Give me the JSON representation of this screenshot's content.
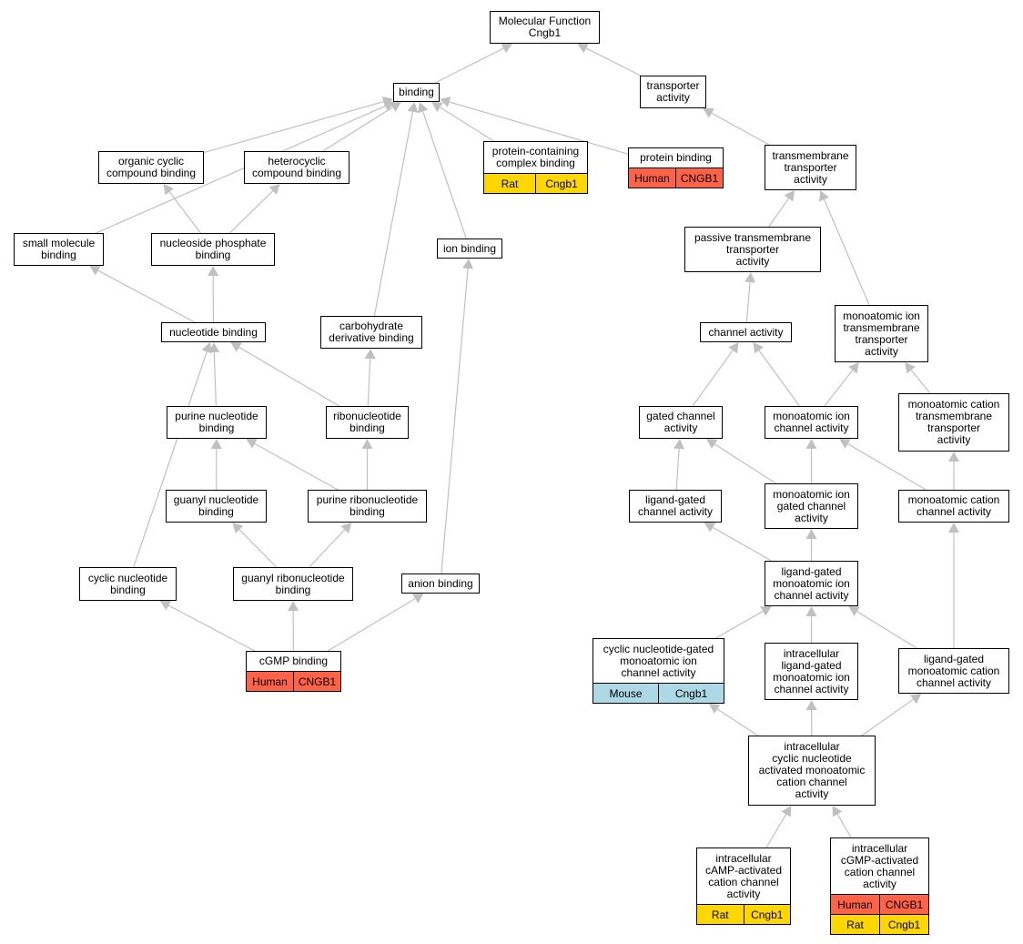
{
  "colors": {
    "edge": "#c0c0c0",
    "Human": "#ff6347",
    "Rat": "#ffd700",
    "Mouse": "#add8e6"
  },
  "nodes": {
    "mf": {
      "label": "Molecular Function\nCngb1"
    },
    "binding": {
      "label": "binding"
    },
    "transporter": {
      "label": "transporter\nactivity"
    },
    "organic_cyclic": {
      "label": "organic cyclic\ncompound binding"
    },
    "heterocyclic": {
      "label": "heterocyclic\ncompound binding"
    },
    "protein_complex": {
      "label": "protein-containing\ncomplex binding",
      "annotations": [
        [
          "Rat",
          "Cngb1"
        ]
      ]
    },
    "protein_binding": {
      "label": "protein binding",
      "annotations": [
        [
          "Human",
          "CNGB1"
        ]
      ]
    },
    "tm_transporter": {
      "label": "transmembrane\ntransporter\nactivity"
    },
    "small_molecule": {
      "label": "small molecule\nbinding"
    },
    "nucleoside_phosphate": {
      "label": "nucleoside phosphate\nbinding"
    },
    "ion_binding": {
      "label": "ion binding"
    },
    "passive_tm": {
      "label": "passive transmembrane\ntransporter\nactivity"
    },
    "nucleotide": {
      "label": "nucleotide binding"
    },
    "carbohydrate": {
      "label": "carbohydrate\nderivative binding"
    },
    "channel": {
      "label": "channel activity"
    },
    "ion_tm": {
      "label": "monoatomic ion\ntransmembrane\ntransporter\nactivity"
    },
    "purine_nuc": {
      "label": "purine nucleotide\nbinding"
    },
    "ribonuc": {
      "label": "ribonucleotide\nbinding"
    },
    "gated_channel": {
      "label": "gated channel\nactivity"
    },
    "ion_channel": {
      "label": "monoatomic ion\nchannel activity"
    },
    "cation_tm": {
      "label": "monoatomic cation\ntransmembrane\ntransporter\nactivity"
    },
    "guanyl_nuc": {
      "label": "guanyl nucleotide\nbinding"
    },
    "purine_ribonuc": {
      "label": "purine ribonucleotide\nbinding"
    },
    "ligand_gated": {
      "label": "ligand-gated\nchannel activity"
    },
    "ion_gated": {
      "label": "monoatomic ion\ngated channel\nactivity"
    },
    "cation_channel": {
      "label": "monoatomic cation\nchannel activity"
    },
    "cyclic_nuc": {
      "label": "cyclic nucleotide\nbinding"
    },
    "guanyl_ribonuc": {
      "label": "guanyl ribonucleotide\nbinding"
    },
    "anion": {
      "label": "anion binding"
    },
    "lg_ion_channel": {
      "label": "ligand-gated\nmonoatomic ion\nchannel activity"
    },
    "cgmp_binding": {
      "label": "cGMP binding",
      "annotations": [
        [
          "Human",
          "CNGB1"
        ]
      ]
    },
    "cng_channel": {
      "label": "cyclic nucleotide-gated\nmonoatomic ion\nchannel activity",
      "annotations": [
        [
          "Mouse",
          "Cngb1"
        ]
      ]
    },
    "intra_lg": {
      "label": "intracellular\nligand-gated\nmonoatomic ion\nchannel activity"
    },
    "lg_cation": {
      "label": "ligand-gated\nmonoatomic cation\nchannel activity"
    },
    "intra_cn": {
      "label": "intracellular\ncyclic nucleotide\nactivated monoatomic\ncation channel\nactivity"
    },
    "camp": {
      "label": "intracellular\ncAMP-activated\ncation channel\nactivity",
      "annotations": [
        [
          "Rat",
          "Cngb1"
        ]
      ]
    },
    "cgmp_act": {
      "label": "intracellular\ncGMP-activated\ncation channel\nactivity",
      "annotations": [
        [
          "Human",
          "CNGB1"
        ],
        [
          "Rat",
          "Cngb1"
        ]
      ]
    }
  },
  "edges": [
    [
      "binding",
      "mf"
    ],
    [
      "transporter",
      "mf"
    ],
    [
      "organic_cyclic",
      "binding"
    ],
    [
      "heterocyclic",
      "binding"
    ],
    [
      "protein_complex",
      "binding"
    ],
    [
      "protein_binding",
      "binding"
    ],
    [
      "small_molecule",
      "binding"
    ],
    [
      "ion_binding",
      "binding"
    ],
    [
      "carbohydrate",
      "binding"
    ],
    [
      "tm_transporter",
      "transporter"
    ],
    [
      "nucleoside_phosphate",
      "organic_cyclic"
    ],
    [
      "nucleoside_phosphate",
      "heterocyclic"
    ],
    [
      "nucleotide",
      "small_molecule"
    ],
    [
      "nucleotide",
      "nucleoside_phosphate"
    ],
    [
      "passive_tm",
      "tm_transporter"
    ],
    [
      "ion_tm",
      "tm_transporter"
    ],
    [
      "channel",
      "passive_tm"
    ],
    [
      "purine_nuc",
      "nucleotide"
    ],
    [
      "ribonuc",
      "nucleotide"
    ],
    [
      "cyclic_nuc",
      "nucleotide"
    ],
    [
      "ribonuc",
      "carbohydrate"
    ],
    [
      "gated_channel",
      "channel"
    ],
    [
      "ion_channel",
      "channel"
    ],
    [
      "ion_channel",
      "ion_tm"
    ],
    [
      "cation_tm",
      "ion_tm"
    ],
    [
      "guanyl_nuc",
      "purine_nuc"
    ],
    [
      "purine_ribonuc",
      "purine_nuc"
    ],
    [
      "purine_ribonuc",
      "ribonuc"
    ],
    [
      "ligand_gated",
      "gated_channel"
    ],
    [
      "ion_gated",
      "gated_channel"
    ],
    [
      "ion_gated",
      "ion_channel"
    ],
    [
      "cation_channel",
      "ion_channel"
    ],
    [
      "cation_channel",
      "cation_tm"
    ],
    [
      "guanyl_ribonuc",
      "guanyl_nuc"
    ],
    [
      "guanyl_ribonuc",
      "purine_ribonuc"
    ],
    [
      "anion",
      "ion_binding"
    ],
    [
      "lg_ion_channel",
      "ligand_gated"
    ],
    [
      "lg_ion_channel",
      "ion_gated"
    ],
    [
      "cgmp_binding",
      "cyclic_nuc"
    ],
    [
      "cgmp_binding",
      "guanyl_ribonuc"
    ],
    [
      "cgmp_binding",
      "anion"
    ],
    [
      "cng_channel",
      "lg_ion_channel"
    ],
    [
      "intra_lg",
      "lg_ion_channel"
    ],
    [
      "lg_cation",
      "lg_ion_channel"
    ],
    [
      "lg_cation",
      "cation_channel"
    ],
    [
      "intra_cn",
      "cng_channel"
    ],
    [
      "intra_cn",
      "intra_lg"
    ],
    [
      "intra_cn",
      "lg_cation"
    ],
    [
      "camp",
      "intra_cn"
    ],
    [
      "cgmp_act",
      "intra_cn"
    ]
  ]
}
